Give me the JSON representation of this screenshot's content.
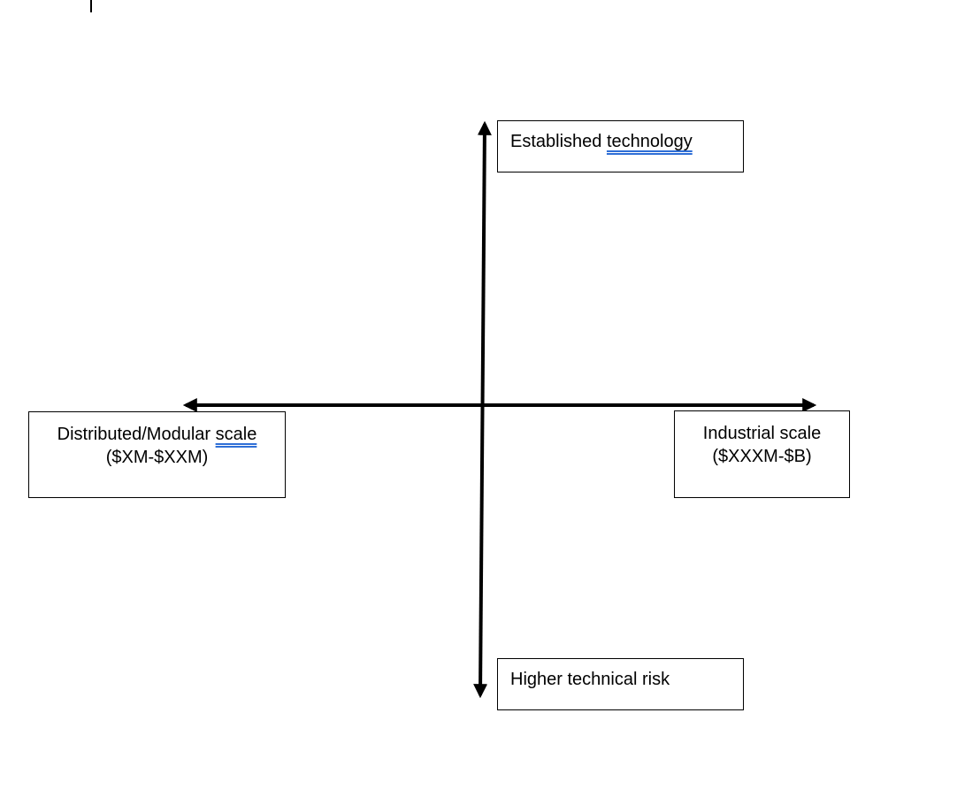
{
  "quadrant": {
    "top": {
      "prefix": "Established ",
      "underlined": "technology"
    },
    "bottom": {
      "text": "Higher technical risk"
    },
    "left": {
      "line1_prefix": "Distributed/Modular ",
      "line1_underlined": "scale",
      "line2": "($XM-$XXM)"
    },
    "right": {
      "line1": "Industrial scale",
      "line2": "($XXXM-$B)"
    }
  }
}
